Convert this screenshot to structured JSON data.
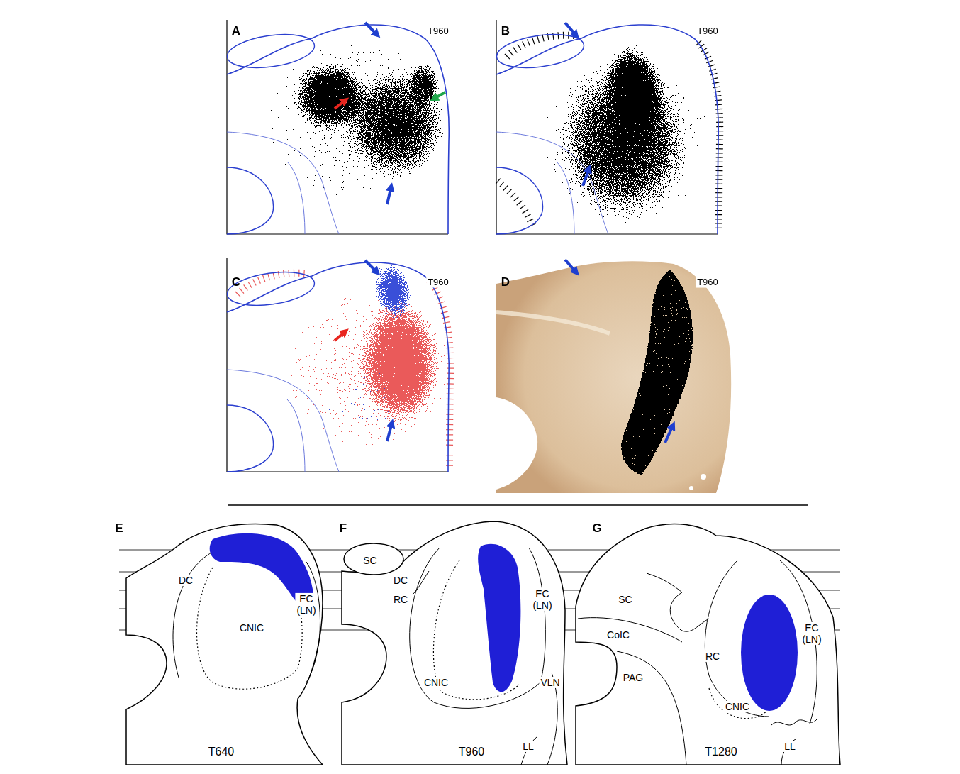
{
  "diagram": {
    "labels": [
      "A",
      "T960",
      "B",
      "T960",
      "C",
      "T960",
      "D",
      "T960",
      "E",
      "DC",
      "EC (LN)",
      "CNIC",
      "T640",
      "F",
      "SC",
      "DC",
      "RC",
      "EC (LN)",
      "CNIC",
      "VLN",
      "LL",
      "T960",
      "G",
      "SC",
      "CoIC",
      "PAG",
      "RC",
      "EC (LN)",
      "CNIC",
      "LL",
      "T1280"
    ]
  }
}
